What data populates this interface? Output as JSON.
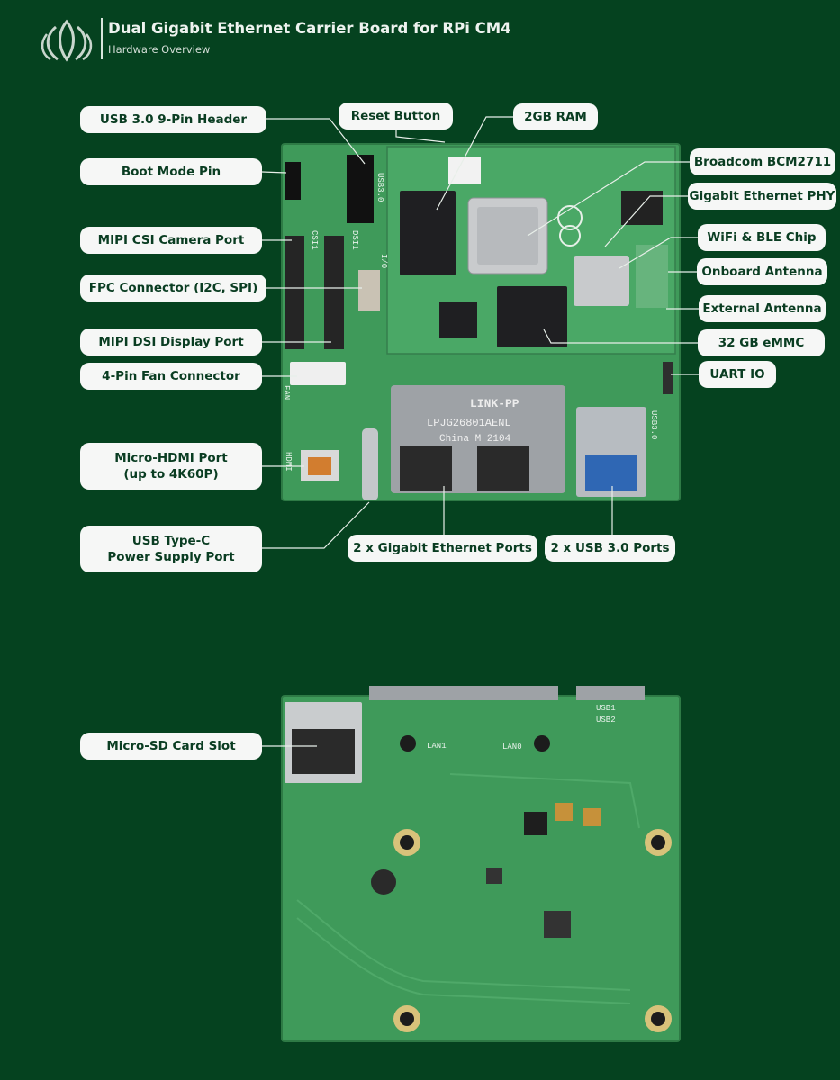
{
  "header": {
    "title": "Dual Gigabit Ethernet Carrier Board for RPi CM4",
    "subtitle": "Hardware Overview"
  },
  "board_text": {
    "ethernet_brand": "LINK-PP",
    "ethernet_model": "LPJG26801AENL",
    "ethernet_origin": "China M 2104",
    "usb3_silk": "USB3.0",
    "csi_silk": "CSI1",
    "dsi_silk": "DSI1",
    "io_silk": "I/O",
    "fan_silk": "FAN",
    "hdmi_silk": "HDMI",
    "usb3_side_silk": "USB3.0",
    "lan1_silk": "LAN1",
    "lan0_silk": "LAN0",
    "usb1_silk": "USB1",
    "usb2_silk": "USB2"
  },
  "labels": {
    "usb_header": "USB 3.0 9-Pin Header",
    "reset": "Reset Button",
    "ram": "2GB RAM",
    "boot": "Boot Mode Pin",
    "broadcom": "Broadcom BCM2711",
    "phy": "Gigabit Ethernet PHY",
    "csi": "MIPI CSI Camera Port",
    "wifi": "WiFi & BLE Chip",
    "onboard_antenna": "Onboard Antenna",
    "fpc": "FPC Connector (I2C, SPI)",
    "external_antenna": "External Antenna",
    "dsi": "MIPI DSI Display Port",
    "emmc": "32 GB eMMC",
    "fan": "4-Pin Fan Connector",
    "uart": "UART IO",
    "hdmi": "Micro-HDMI Port\n(up to 4K60P)",
    "usbc": "USB Type-C\nPower Supply Port",
    "eth_ports": "2 x Gigabit Ethernet Ports",
    "usb_ports": "2 x USB 3.0 Ports",
    "microsd": "Micro-SD Card Slot"
  },
  "colors": {
    "background": "#05421f",
    "pcb": "#3f9a5a",
    "label_bg": "#f6f7f6",
    "label_text": "#0a3d22",
    "leader": "#e8efe9"
  }
}
